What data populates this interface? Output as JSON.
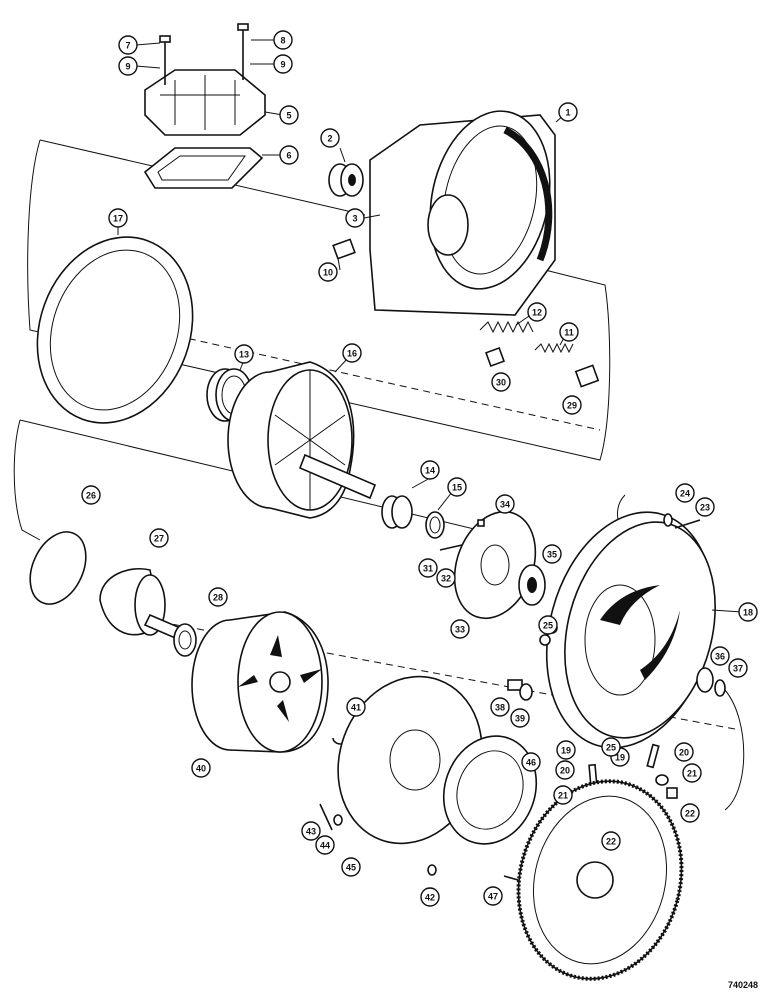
{
  "figure_number": "740248",
  "callouts": [
    "1",
    "2",
    "3",
    "5",
    "6",
    "7",
    "8",
    "9",
    "9",
    "10",
    "11",
    "12",
    "13",
    "14",
    "15",
    "16",
    "17",
    "18",
    "19",
    "19",
    "20",
    "20",
    "21",
    "21",
    "22",
    "22",
    "23",
    "24",
    "25",
    "25",
    "26",
    "27",
    "28",
    "29",
    "30",
    "31",
    "32",
    "33",
    "34",
    "35",
    "36",
    "37",
    "38",
    "39",
    "40",
    "41",
    "42",
    "43",
    "44",
    "45",
    "46",
    "47"
  ]
}
